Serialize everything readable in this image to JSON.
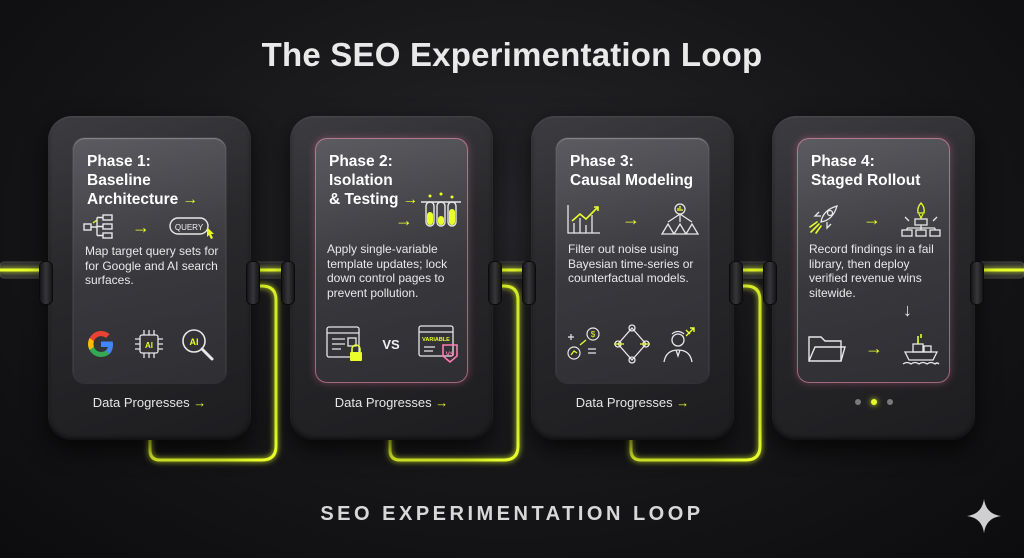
{
  "title": "The SEO Experimentation Loop",
  "subtitle": "SEO EXPERIMENTATION LOOP",
  "accent_color": "#e8ff2a",
  "phases": [
    {
      "title_line1": "Phase 1:",
      "title_line2": "Baseline",
      "title_line3": "Architecture",
      "title_arrow": "→",
      "query_label": "QUERY",
      "description": "Map target query sets for for Google and AI search surfaces.",
      "ai_chip_label": "AI",
      "ai_magnifier_label": "AI",
      "footer_label": "Data Progresses",
      "footer_arrow": "→",
      "icons": [
        "hierarchy-icon",
        "query-icon",
        "google-icon",
        "ai-chip-icon",
        "ai-search-icon"
      ]
    },
    {
      "title_line1": "Phase 2:",
      "title_line2": "Isolation",
      "title_line3": "& Testing",
      "title_arrow": "→",
      "description": "Apply single-variable template updates; lock down control pages to prevent pollution.",
      "vs_label": "VS",
      "variable_label": "VARIABLE",
      "badge_label": "VS",
      "footer_label": "Data Progresses",
      "footer_arrow": "→",
      "icons": [
        "test-tubes-icon",
        "locked-page-icon",
        "variable-page-icon"
      ]
    },
    {
      "title_line1": "Phase 3:",
      "title_line2": "Causal Modeling",
      "description": "Filter out noise using Bayesian time-series or counterfactual models.",
      "footer_label": "Data Progresses",
      "footer_arrow": "→",
      "icons": [
        "chart-icon",
        "model-network-icon",
        "formula-icon",
        "flow-icon",
        "analyst-icon"
      ]
    },
    {
      "title_line1": "Phase 4:",
      "title_line2": "Staged Rollout",
      "description": "Record findings in a fail library, then deploy verified revenue wins sitewide.",
      "down_arrow": "↓",
      "pagination": {
        "count": 3,
        "active": 1
      },
      "icons": [
        "rocket-icon",
        "deploy-network-icon",
        "folder-icon",
        "ship-icon"
      ]
    }
  ]
}
